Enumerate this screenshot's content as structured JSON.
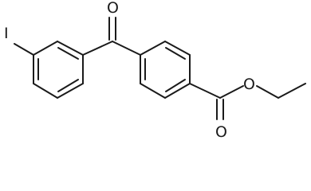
{
  "molecule": {
    "atoms": {
      "iodine": "I",
      "ketone_oxygen": "O",
      "ester_carbonyl_oxygen": "O",
      "ester_ether_oxygen": "O"
    }
  }
}
